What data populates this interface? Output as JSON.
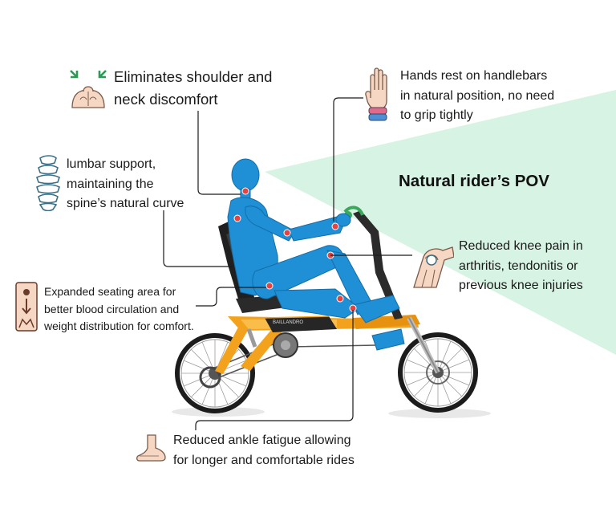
{
  "pov_title": "Natural rider’s POV",
  "callouts": {
    "shoulder": {
      "icon": "shoulder-pain-icon",
      "lines": [
        "Eliminates shoulder and",
        "neck discomfort"
      ]
    },
    "hands": {
      "icon": "hand-wrist-icon",
      "lines": [
        "Hands rest on handlebars",
        "in natural position, no need",
        "to grip tightly"
      ]
    },
    "lumbar": {
      "icon": "spine-icon",
      "lines": [
        "lumbar support,",
        "maintaining the",
        "spine’s natural curve"
      ]
    },
    "knee": {
      "icon": "knee-joint-icon",
      "lines": [
        "Reduced knee pain in",
        "arthritis, tendonitis or",
        "previous knee injuries"
      ]
    },
    "seat": {
      "icon": "seat-circulation-icon",
      "lines": [
        "Expanded seating area for",
        "better blood circulation and",
        "weight distribution for comfort."
      ]
    },
    "ankle": {
      "icon": "foot-icon",
      "lines": [
        "Reduced ankle fatigue allowing",
        "for longer and comfortable rides"
      ]
    }
  },
  "frame_brand_text": "BAILLANDRO",
  "colors": {
    "pov_cone": "#d6f3e3",
    "rider_blue": "#1f8fd6",
    "frame_orange": "#f2a21c",
    "joint_marker": "#e8423f",
    "handlebar_green": "#39a85a",
    "icon_teal": "#3b6f86",
    "icon_skin": "#f6d7c3"
  }
}
